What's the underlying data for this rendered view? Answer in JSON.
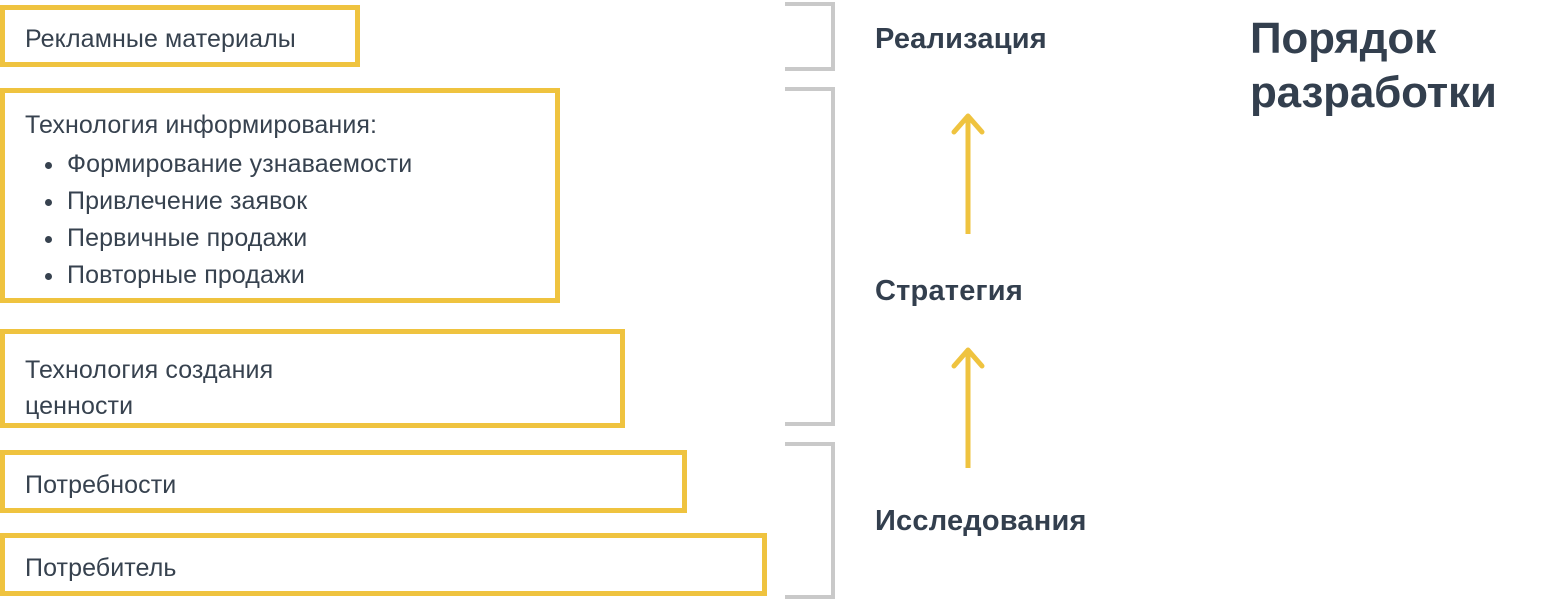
{
  "colors": {
    "accent_yellow": "#EFC33F",
    "text_dark": "#37424F",
    "heading_dark": "#333F4E",
    "bracket_grey": "#C9C9C9",
    "background": "#FFFFFF"
  },
  "deck_title": {
    "line1": "Порядок",
    "line2": "разработки"
  },
  "staircase": {
    "boxes": [
      {
        "id": "ad-materials",
        "title": "Рекламные материалы",
        "bullets": []
      },
      {
        "id": "info-tech",
        "title": "Технология информирования:",
        "bullets": [
          "Формирование узнаваемости",
          "Привлечение заявок",
          "Первичные продажи",
          "Повторные продажи"
        ]
      },
      {
        "id": "value-tech",
        "title": "Технология создания ценности",
        "title_line1": "Технология создания",
        "title_line2": "ценности",
        "bullets": []
      },
      {
        "id": "needs",
        "title": "Потребности",
        "bullets": []
      },
      {
        "id": "consumer",
        "title": "Потребитель",
        "bullets": []
      }
    ]
  },
  "stages": [
    {
      "id": "realization",
      "label": "Реализация"
    },
    {
      "id": "strategy",
      "label": "Стратегия"
    },
    {
      "id": "research",
      "label": "Исследования"
    }
  ],
  "arrows": [
    {
      "id": "strategy-to-realization",
      "direction": "up",
      "icon": "arrow-up-icon",
      "from": "Стратегия",
      "to": "Реализация"
    },
    {
      "id": "research-to-strategy",
      "direction": "up",
      "icon": "arrow-up-icon",
      "from": "Исследования",
      "to": "Стратегия"
    }
  ],
  "brackets": [
    {
      "id": "top",
      "groups": "Реализация"
    },
    {
      "id": "middle",
      "groups": "Стратегия"
    },
    {
      "id": "bottom",
      "groups": "Исследования"
    }
  ]
}
